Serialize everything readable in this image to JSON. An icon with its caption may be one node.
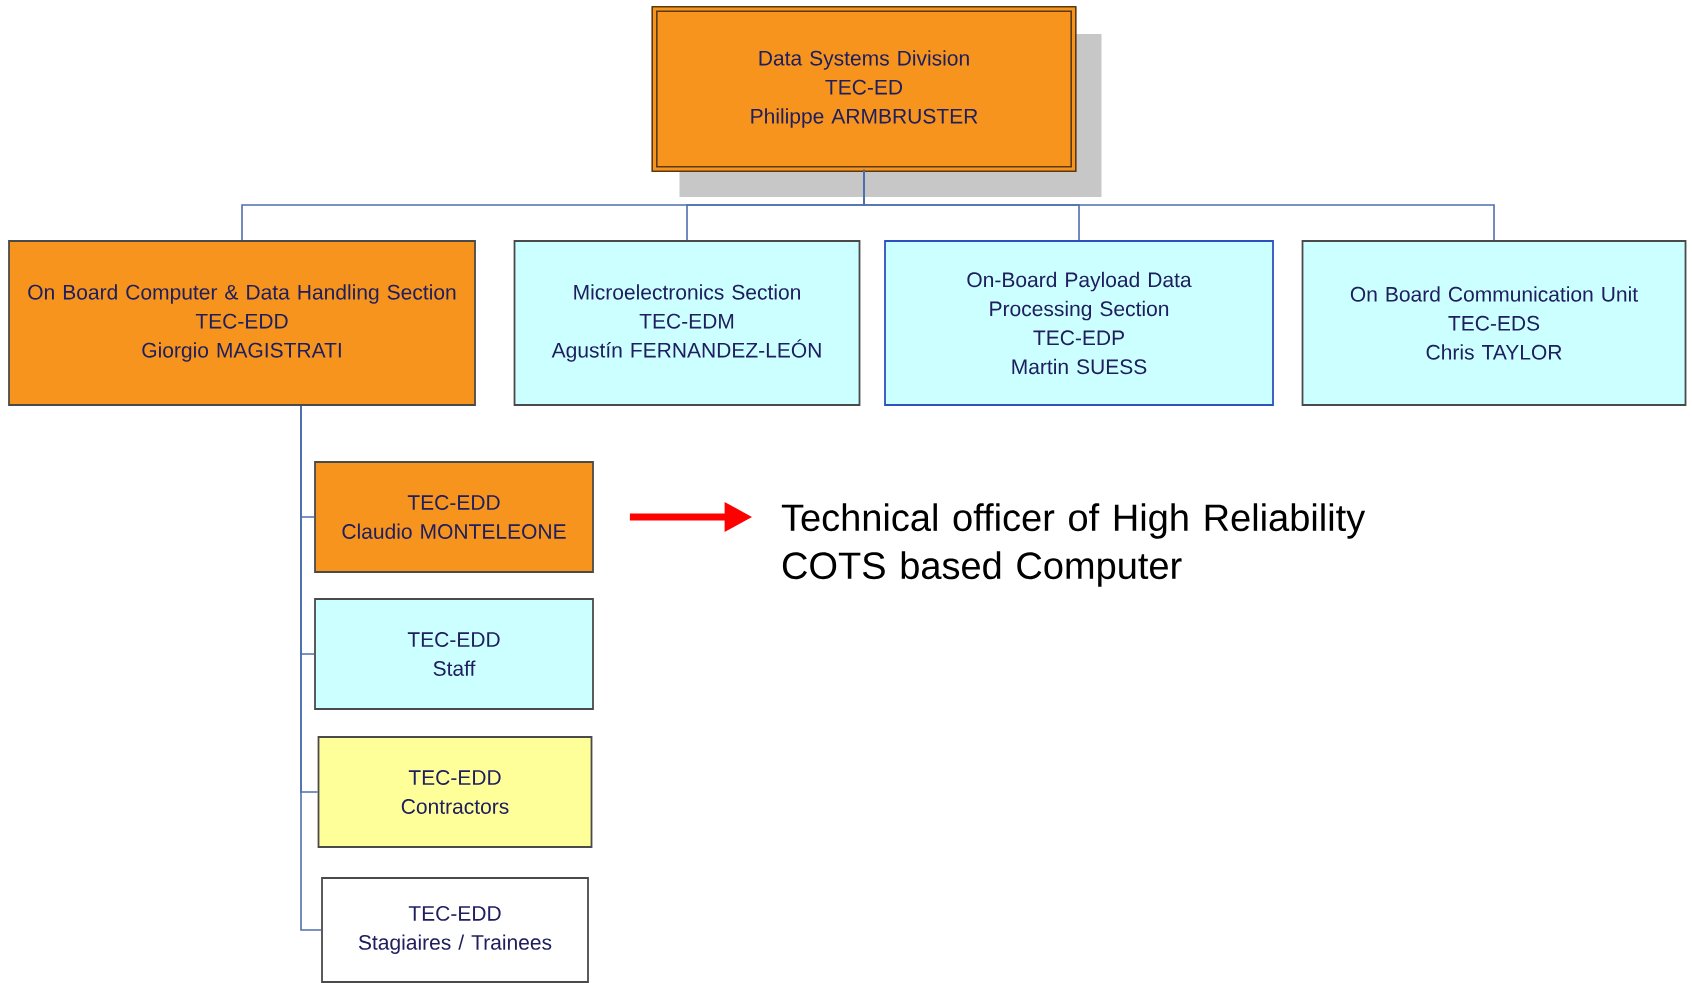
{
  "diagram": {
    "nodes": [
      {
        "text": [
          "Data Systems Division",
          "TEC-ED",
          "Philippe ARMBRUSTER"
        ]
      },
      {
        "text": [
          "On Board Computer & Data Handling Section",
          "TEC-EDD",
          "Giorgio MAGISTRATI"
        ]
      },
      {
        "text": [
          "Microelectronics Section",
          "TEC-EDM",
          "Agustín FERNANDEZ-LEÓN"
        ]
      },
      {
        "text": [
          "On-Board Payload Data Processing Section",
          "TEC-EDP",
          "Martin SUESS"
        ]
      },
      {
        "text": [
          "On Board Communication Unit",
          "TEC-EDS",
          "Chris TAYLOR"
        ]
      },
      {
        "text": [
          "TEC-EDD",
          "Claudio MONTELEONE"
        ]
      },
      {
        "text": [
          "TEC-EDD",
          "Staff"
        ]
      },
      {
        "text": [
          "TEC-EDD",
          "Contractors"
        ]
      },
      {
        "text": [
          "TEC-EDD",
          "Stagiaires / Trainees"
        ]
      },
      {
        "text": [
          "Technical officer of High Reliability COTS based Computer"
        ]
      }
    ],
    "edges": [
      {
        "from": 0,
        "to": 1,
        "arrow": "none"
      },
      {
        "from": 0,
        "to": 2,
        "arrow": "none"
      },
      {
        "from": 0,
        "to": 3,
        "arrow": "none"
      },
      {
        "from": 0,
        "to": 4,
        "arrow": "none"
      },
      {
        "from": 1,
        "to": 5,
        "arrow": "none"
      },
      {
        "from": 1,
        "to": 6,
        "arrow": "none"
      },
      {
        "from": 1,
        "to": 7,
        "arrow": "none"
      },
      {
        "from": 1,
        "to": 8,
        "arrow": "none"
      },
      {
        "from": 5,
        "to": 9,
        "arrow": "to",
        "style": "thick",
        "color": "#ff0000"
      }
    ]
  }
}
